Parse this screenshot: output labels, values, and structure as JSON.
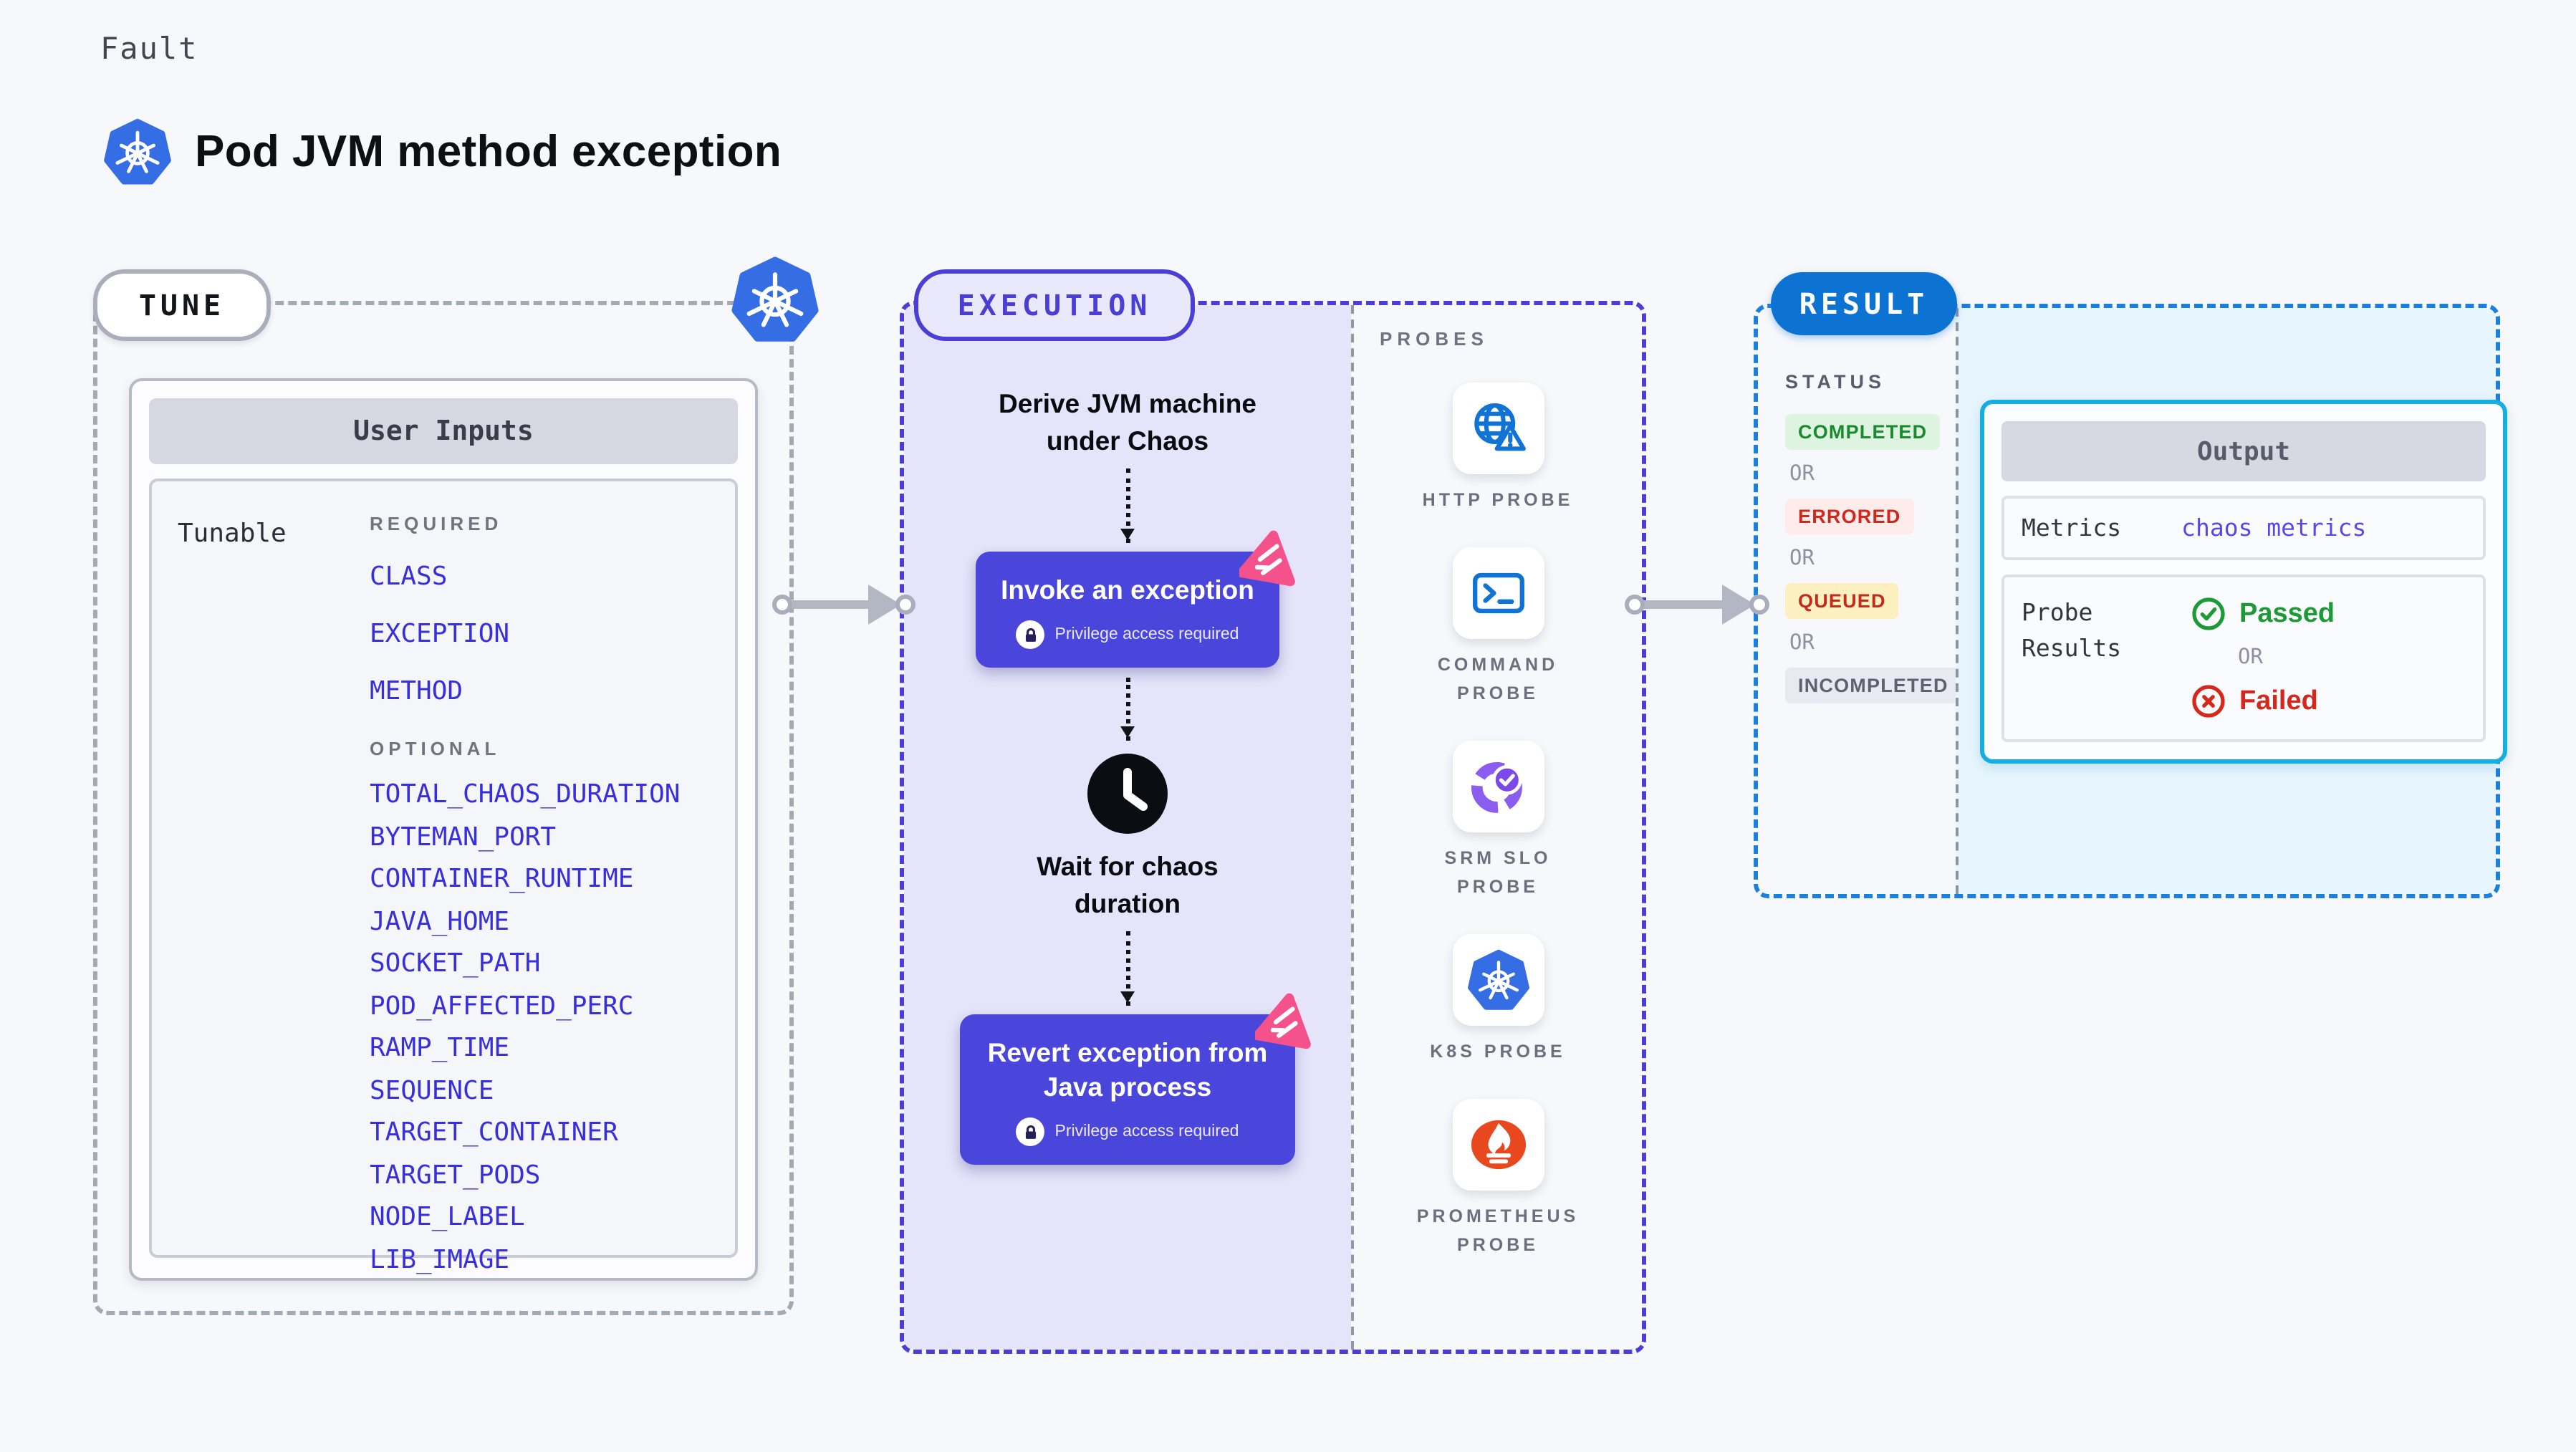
{
  "header": {
    "kicker": "Fault",
    "title": "Pod JVM method exception"
  },
  "tune": {
    "badge": "TUNE",
    "card_title": "User Inputs",
    "row_label": "Tunable",
    "required_label": "REQUIRED",
    "optional_label": "OPTIONAL",
    "required_items": [
      "CLASS",
      "EXCEPTION",
      "METHOD"
    ],
    "optional_items": [
      "TOTAL_CHAOS_DURATION",
      "BYTEMAN_PORT",
      "CONTAINER_RUNTIME",
      "JAVA_HOME",
      "SOCKET_PATH",
      "POD_AFFECTED_PERC",
      "RAMP_TIME",
      "SEQUENCE",
      "TARGET_CONTAINER",
      "TARGET_PODS",
      "NODE_LABEL",
      "LIB_IMAGE"
    ]
  },
  "execution": {
    "badge": "EXECUTION",
    "derive_text": "Derive JVM machine under Chaos",
    "invoke_title": "Invoke an exception",
    "privilege_note": "Privilege access required",
    "wait_text": "Wait for chaos duration",
    "revert_title": "Revert exception from Java process"
  },
  "probes": {
    "label": "PROBES",
    "items": [
      {
        "name": "HTTP PROBE",
        "icon": "globe-alert-icon"
      },
      {
        "name": "COMMAND PROBE",
        "icon": "terminal-icon"
      },
      {
        "name": "SRM SLO PROBE",
        "icon": "slo-gauge-icon"
      },
      {
        "name": "K8S PROBE",
        "icon": "kubernetes-icon"
      },
      {
        "name": "PROMETHEUS PROBE",
        "icon": "prometheus-icon"
      }
    ]
  },
  "result": {
    "badge": "RESULT",
    "status_label": "STATUS",
    "or_label": "OR",
    "statuses": [
      {
        "label": "COMPLETED",
        "fg": "#1a8a2e",
        "bg": "#def3e0"
      },
      {
        "label": "ERRORED",
        "fg": "#d0271c",
        "bg": "#fdecea"
      },
      {
        "label": "QUEUED",
        "fg": "#c52a1c",
        "bg": "#fcf0c0"
      },
      {
        "label": "INCOMPLETED",
        "fg": "#5d6172",
        "bg": "#e9e9f1"
      }
    ],
    "output": {
      "title": "Output",
      "metrics_label": "Metrics",
      "metrics_value": "chaos metrics",
      "probe_results_label": "Probe Results",
      "passed_label": "Passed",
      "failed_label": "Failed",
      "or_label": "OR"
    }
  },
  "colors": {
    "page_bg": "#f7f8fb",
    "link_blue": "#382fdc",
    "execution_accent": "#4a3ed4",
    "execution_fill": "#e5e4fa",
    "chaos_box": "#4a46dc",
    "chaos_pink": "#f5528c",
    "result_accent": "#0d73d3",
    "output_border": "#16ade0",
    "output_fill": "#e7f5fc",
    "passed_green": "#1d9a35",
    "failed_red": "#d6271b",
    "kubernetes_blue": "#356de4",
    "prometheus_orange": "#e8481e",
    "probe_icon_blue": "#1173d4",
    "srm_purple": "#8a5cf0"
  }
}
